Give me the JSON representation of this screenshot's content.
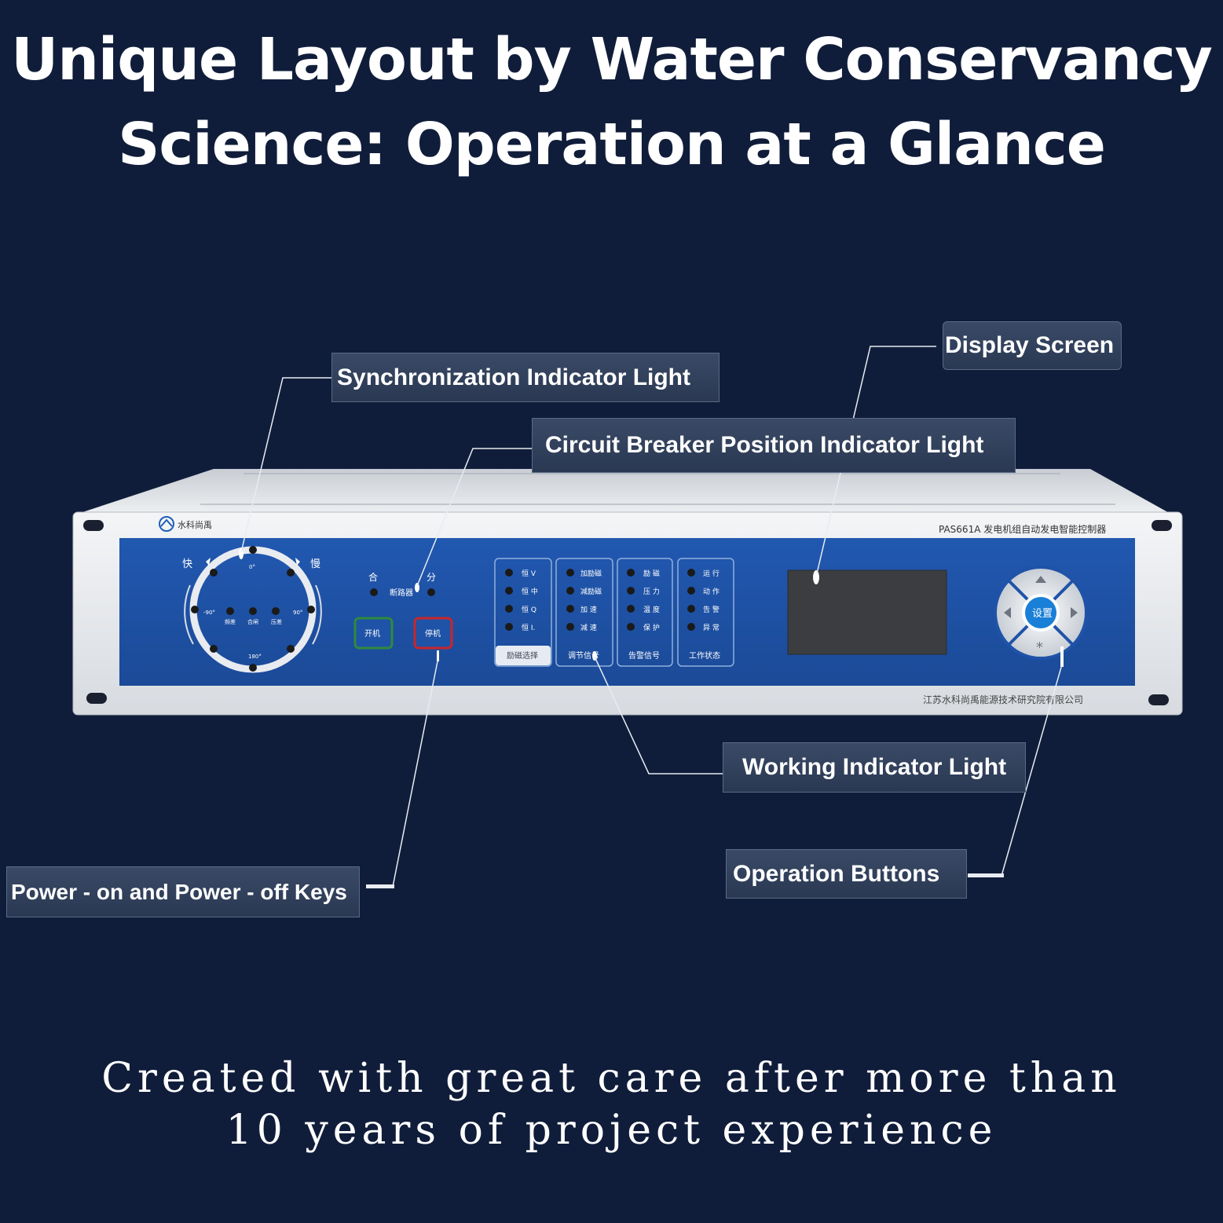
{
  "headline": {
    "line1": "Unique Layout by Water Conservancy",
    "line2": "Science:  Operation at a Glance"
  },
  "callouts": {
    "sync": "Synchronization Indicator Light",
    "breaker": "Circuit Breaker Position Indicator Light",
    "display": "Display Screen",
    "working": "Working Indicator Light",
    "power": "Power - on and Power - off Keys",
    "operation": "Operation Buttons"
  },
  "device": {
    "brand": "水科尚禹",
    "model": "PAS661A  发电机组自动发电智能控制器",
    "company": "江苏水科尚禹能源技术研究院有限公司",
    "sync_fast": "快",
    "sync_slow": "慢",
    "deg_0": "0°",
    "deg_neg90": "-90°",
    "deg_90": "90°",
    "deg_180": "180°",
    "sync_lamps": [
      "频差",
      "合闸",
      "压差"
    ],
    "close": "合",
    "open": "分",
    "breaker": "断路器",
    "start": "开机",
    "stop": "停机",
    "groups": [
      {
        "title": "励磁选择",
        "items": [
          "恒 V",
          "恒 中",
          "恒 Q",
          "恒 I."
        ]
      },
      {
        "title": "调节信号",
        "items": [
          "加励磁",
          "减励磁",
          "加  速",
          "减  速"
        ]
      },
      {
        "title": "告警信号",
        "items": [
          "励 磁",
          "压 力",
          "温 度",
          "保 护"
        ]
      },
      {
        "title": "工作状态",
        "items": [
          "运  行",
          "动  作",
          "告  警",
          "异  常"
        ]
      }
    ],
    "set_key": "设置",
    "star_key": "*"
  },
  "tagline": {
    "line1": "Created with great care after more than",
    "line2": "10 years of project experience"
  },
  "colors": {
    "background": "#101d3a",
    "panel": "#1f53a8",
    "chassis": "#dde1e6",
    "start_border": "#2f8a3c",
    "stop_border": "#c8262a",
    "set_key": "#1a7fd6"
  }
}
